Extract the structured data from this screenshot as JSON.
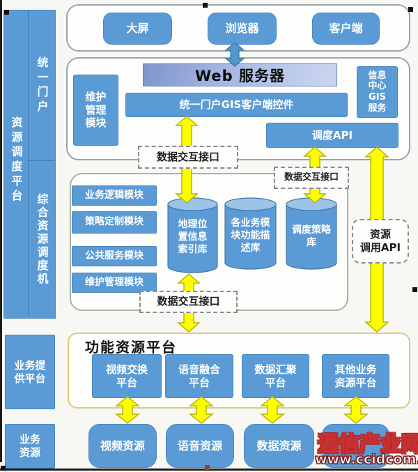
{
  "sidebar": {
    "platform_label": "资源调度平台",
    "portal_label": "统一门户",
    "scheduler_label": "综合资源调度机"
  },
  "top": {
    "items": [
      "大屏",
      "浏览器",
      "客户端"
    ]
  },
  "portal": {
    "web_server": "Web 服务器",
    "maintenance_module": "维护\n管理\n模块",
    "gis_control": "统一门户GIS客户端控件",
    "info_gis": "信息\n中心\nGIS\n服务",
    "dispatch_api": "调度API"
  },
  "interfaces": {
    "data_exchange_1": "数据交互接口",
    "data_exchange_2": "数据交互接口",
    "data_exchange_3": "数据交互接口",
    "resource_api": "资源\n调用API"
  },
  "middle": {
    "modules": [
      "业务逻辑模块",
      "策略定制模块",
      "公共服务模块",
      "维护管理模块"
    ],
    "databases": [
      "地理位\n置信息\n索引库",
      "各业务模\n块功能描\n述库",
      "调度策略\n库"
    ]
  },
  "functional": {
    "title": "功能资源平台",
    "platforms": [
      "视频交换\n平台",
      "语音融合\n平台",
      "数据汇聚\n平台",
      "其他业务\n资源平台"
    ]
  },
  "resources": {
    "items": [
      "视频资源",
      "语音资源",
      "数据资源"
    ]
  },
  "left_bottom": {
    "provide": "业务提\n供平台",
    "resource": "业务\n资源"
  },
  "watermark": {
    "name": "通信产业网",
    "url": "www.ccidcom.com"
  },
  "colors": {
    "box_blue": "#5b9bd5",
    "cylinder_top": "#9dc3e6",
    "arrow_yellow": "#fdfd02",
    "arrow_blue": "#4f97cb",
    "func_border": "#ddca7e"
  }
}
